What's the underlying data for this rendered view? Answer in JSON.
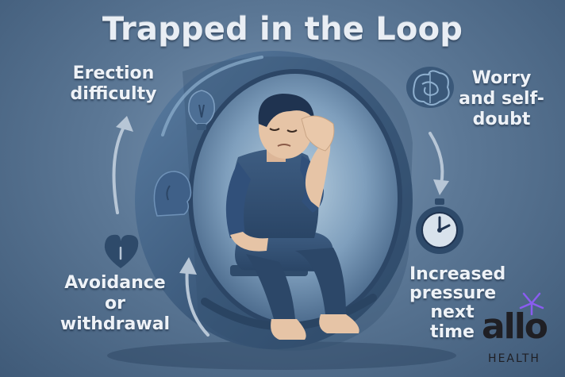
{
  "title": "Trapped in the Loop",
  "labels": {
    "erection": "Erection difficulty",
    "worry": "Worry and self-doubt",
    "pressure": "Increased pressure next time",
    "avoidance": "Avoidance or withdrawal"
  },
  "logo": {
    "name": "allo",
    "subtitle": "HEALTH"
  },
  "icons": [
    "lightbulb-icon",
    "brain-icon",
    "stopwatch-icon",
    "heart-icon",
    "head-silhouette-icon"
  ],
  "colors": {
    "background": "#5c7896",
    "wheel": "#3c5a7c",
    "text": "#eef2f7",
    "logo_text": "#1f1f24",
    "logo_accent": "#8a5cf0"
  }
}
